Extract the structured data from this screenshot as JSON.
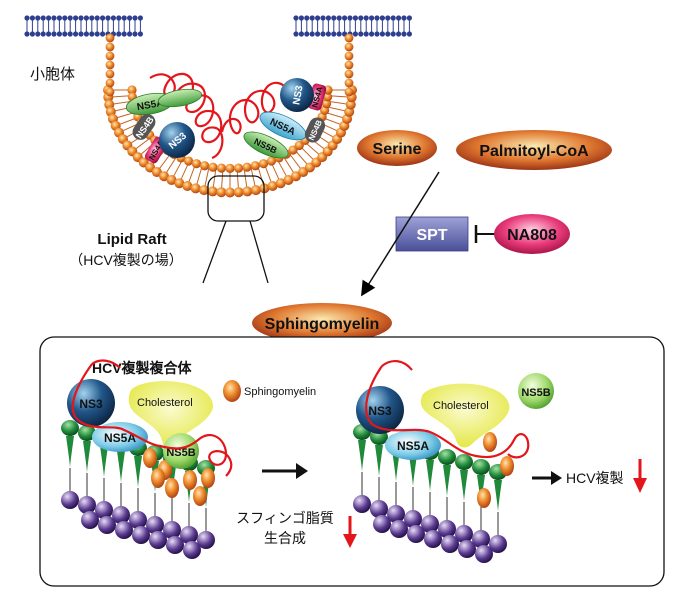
{
  "vesicle_label": "小胞体",
  "lipid_raft": {
    "title": "Lipid Raft",
    "subtitle": "（HCV複製の場）"
  },
  "proteins": {
    "ns3": "NS3",
    "ns4a": "NS4A",
    "ns4b": "NS4B",
    "ns5a": "NS5A",
    "ns5b": "NS5B"
  },
  "pathway": {
    "serine": "Serine",
    "palmitoyl": "Palmitoyl-CoA",
    "enzyme": "SPT",
    "inhibitor": "NA808",
    "product": "Sphingomyelin"
  },
  "panel": {
    "complex_label": "HCV複製複合体",
    "legend_sphingomyelin": "Sphingomyelin",
    "cholesterol": "Cholesterol",
    "synthesis_line1": "スフィンゴ脂質",
    "synthesis_line2": "生合成",
    "replication_label": "HCV複製"
  },
  "colors": {
    "membrane_blue": "#2f3f8f",
    "lipid_orange": "#e07b2a",
    "rna_red": "#e3161b",
    "spt_purple": "#6a6fb0",
    "ns3_navy": "#16456e",
    "ns5a_cyan": "#62b8dc",
    "ns5b_green": "#8ccf5a",
    "ns4a_pink": "#e8317f",
    "cholesterol_yellow": "#ecef4a",
    "headgroup_purple": "#4a2b7e",
    "tail_green": "#1f8a3a"
  }
}
